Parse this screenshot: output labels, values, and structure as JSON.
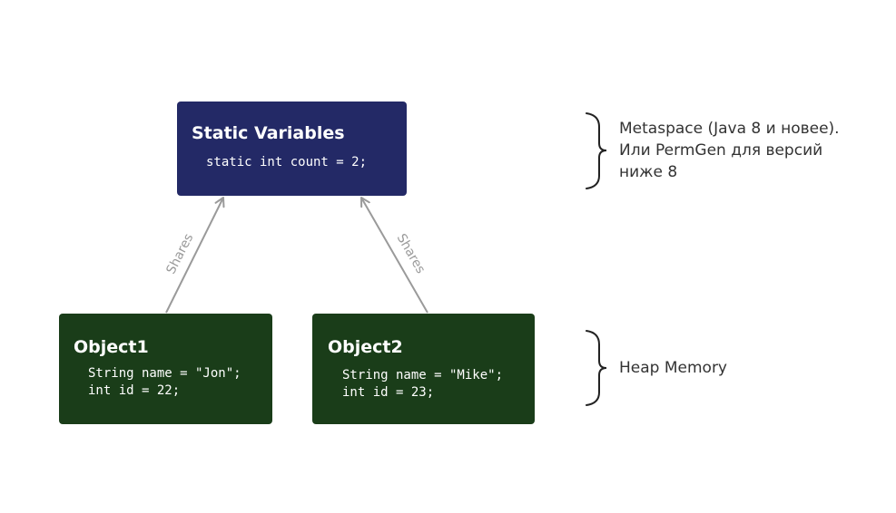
{
  "static_box": {
    "title": "Static Variables",
    "code": [
      "static int count = 2;"
    ]
  },
  "object1": {
    "title": "Object1",
    "code": [
      "String name = \"Jon\";",
      "int id = 22;"
    ]
  },
  "object2": {
    "title": "Object2",
    "code": [
      "String name = \"Mike\";",
      "int id = 23;"
    ]
  },
  "edges": {
    "left_label": "Shares",
    "right_label": "Shares"
  },
  "notes": {
    "metaspace": "Metaspace (Java 8 и новее).\nИли PermGen для версий\nниже 8",
    "heap": "Heap Memory"
  },
  "colors": {
    "static_box": "#232966",
    "object_box": "#1a3d19",
    "arrow": "#9a9a9a",
    "brace": "#222222"
  }
}
